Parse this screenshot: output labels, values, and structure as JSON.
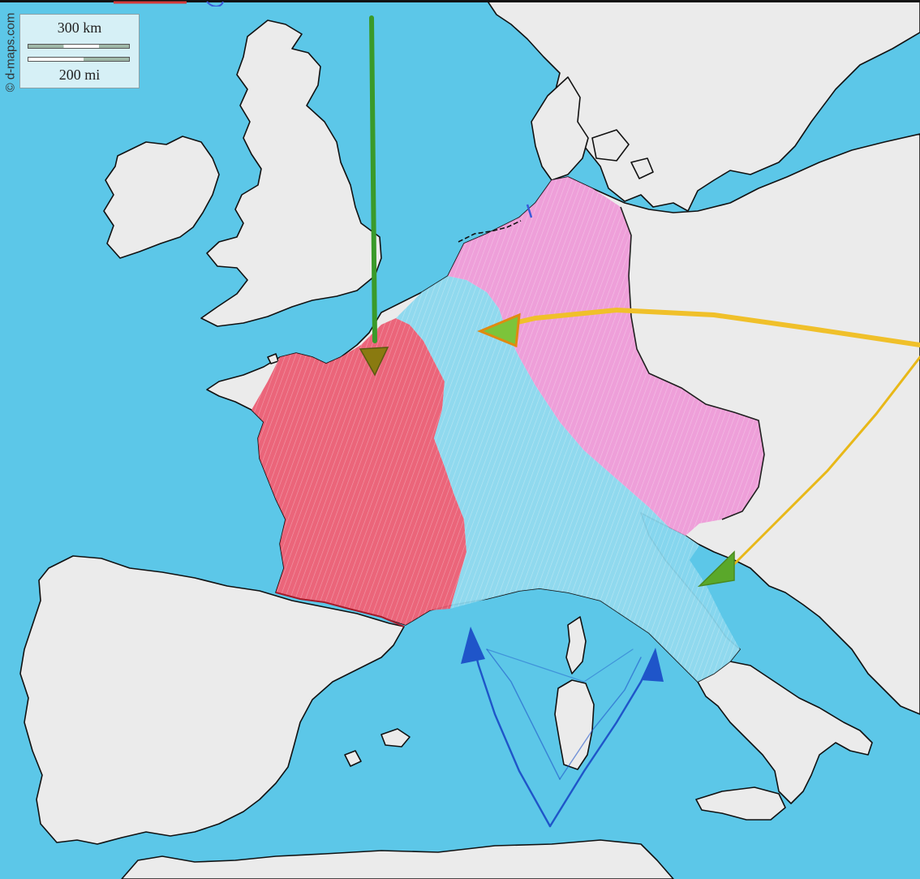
{
  "map": {
    "scale": {
      "km_label": "300 km",
      "mi_label": "200 mi"
    },
    "copyright": "© d-maps.com"
  },
  "colors": {
    "sea": "#5cc7e8",
    "land": "#ebebeb",
    "coast": "#111111",
    "region_west": "#ec5b72",
    "region_middle": "#8ad8ef",
    "region_east": "#ef9ad8",
    "arrow_north": "#3a9a2a",
    "arrow_east": "#f0c02a",
    "arrow_south": "#1f55c9"
  }
}
